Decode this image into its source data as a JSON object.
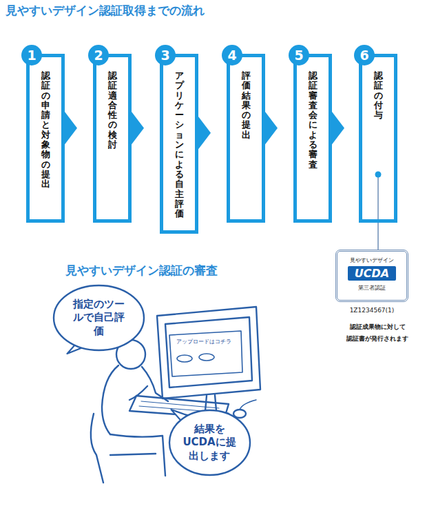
{
  "diagram": {
    "title": "見やすいデザイン認証取得までの流れ",
    "nodes": [
      {
        "text": [
          "1",
          "認証の申請と対象物の提出"
        ]
      },
      {
        "text": [
          "2",
          "認証適合性の検討"
        ]
      },
      {
        "text": [
          "3",
          "アプリケーションによる自主評価"
        ]
      },
      {
        "text": [
          "4",
          "評価結果の提出"
        ]
      },
      {
        "text": [
          "5",
          "認証審査会による審査"
        ]
      },
      {
        "text": [
          "6",
          "認証の付与"
        ]
      },
      {
        "text": [
          "見やすいデザイン",
          "UCDA",
          "第三者認証",
          "1Z1234567(1)"
        ]
      },
      {
        "text": [
          "指定のツールで自己評価"
        ]
      },
      {
        "text": [
          "結果をUCDAに提出します"
        ]
      }
    ],
    "edges": [
      {
        "from": 0,
        "to": 1,
        "arrow": "to"
      },
      {
        "from": 1,
        "to": 2,
        "arrow": "to"
      },
      {
        "from": 2,
        "to": 3,
        "arrow": "to"
      },
      {
        "from": 3,
        "to": 4,
        "arrow": "to"
      },
      {
        "from": 4,
        "to": 5,
        "arrow": "to"
      },
      {
        "from": 5,
        "to": 6,
        "arrow": "none"
      }
    ],
    "labels": [
      "見やすいデザイン認証の審査",
      "認証成果物に対して 認証書が発行されます",
      "アップロードはコチラ"
    ]
  }
}
